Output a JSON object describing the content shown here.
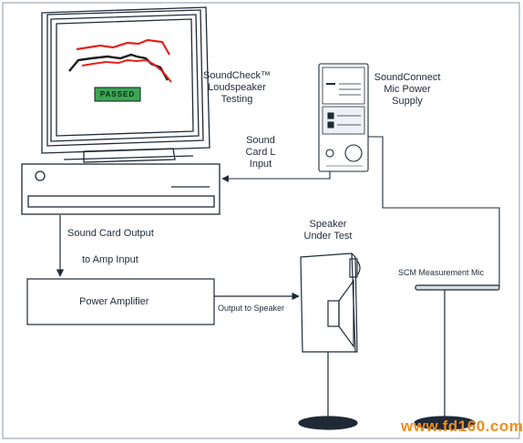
{
  "labels": {
    "soundcheck": [
      "SoundCheck™",
      "Loudspeaker",
      "Testing"
    ],
    "soundconnect": [
      "SoundConnect",
      "Mic Power",
      "Supply"
    ],
    "sound_card_l": [
      "Sound",
      "Card L",
      "Input"
    ],
    "sound_card_output": "Sound Card Output",
    "to_amp_input": "to Amp Input",
    "power_amplifier": "Power Amplifier",
    "output_to_speaker": "Output to Speaker",
    "speaker_under_test": [
      "Speaker",
      "Under Test"
    ],
    "scm_mic": "SCM Measurement Mic",
    "screen_badge": "PASSED"
  },
  "watermark": "www.fd160.com",
  "colors": {
    "line": "#1f2a36",
    "screen_trace_red": "#e0231d",
    "screen_trace_black": "#1b1b1b",
    "badge_fill": "#3aa655",
    "watermark": "#f28c1a"
  }
}
